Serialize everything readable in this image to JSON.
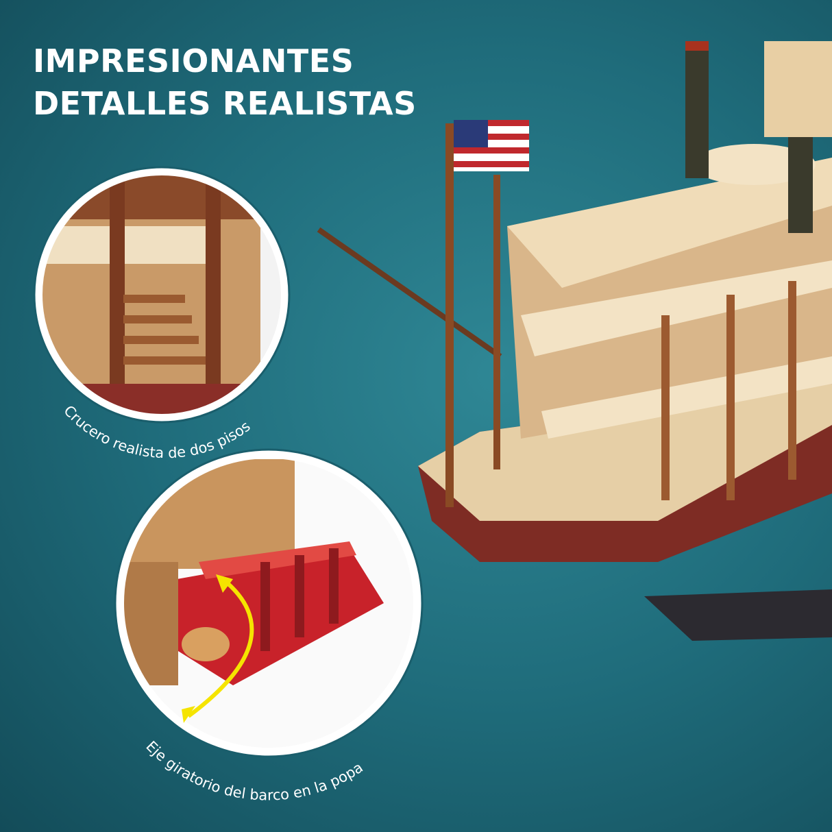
{
  "headline": {
    "line1": "IMPRESIONANTES",
    "line2": "DETALLES REALISTAS"
  },
  "callouts": [
    {
      "caption": "Crucero realista de dos pisos"
    },
    {
      "caption": "Eje giratorio del barco en la popa"
    }
  ],
  "colors": {
    "background": "#1f6c7b",
    "text": "#ffffff",
    "arrow": "#f5e400",
    "hull": "#7a2a22",
    "wood": "#e8cfa4"
  }
}
